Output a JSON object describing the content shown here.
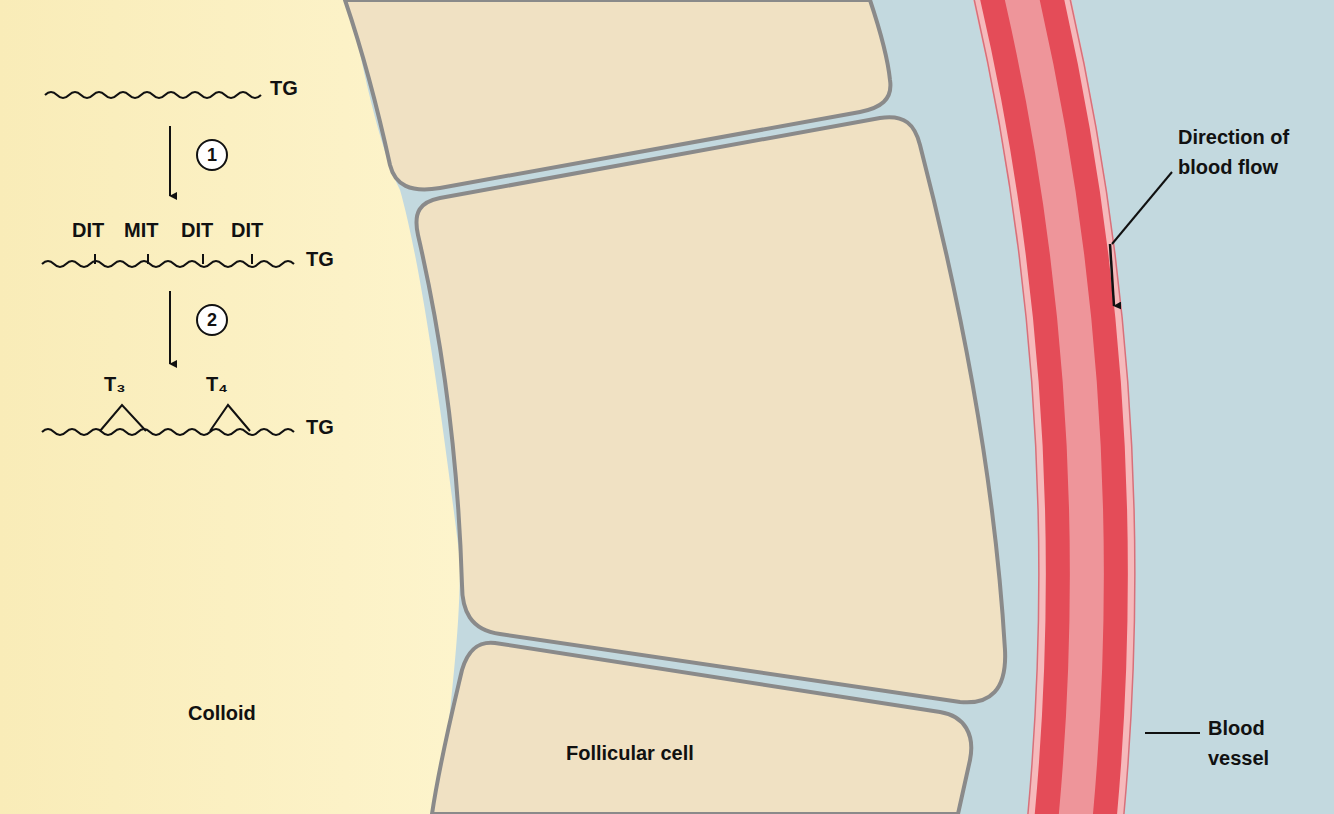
{
  "diagram": {
    "nodes": [
      {
        "text": [
          "1"
        ]
      },
      {
        "text": [
          "2"
        ]
      }
    ],
    "labels": [
      "TG",
      "DIT",
      "MIT",
      "DIT",
      "DIT",
      "TG",
      "T₃",
      "T₄",
      "TG",
      "Colloid",
      "Follicular cell",
      "Direction of blood flow",
      "Blood vessel"
    ]
  }
}
